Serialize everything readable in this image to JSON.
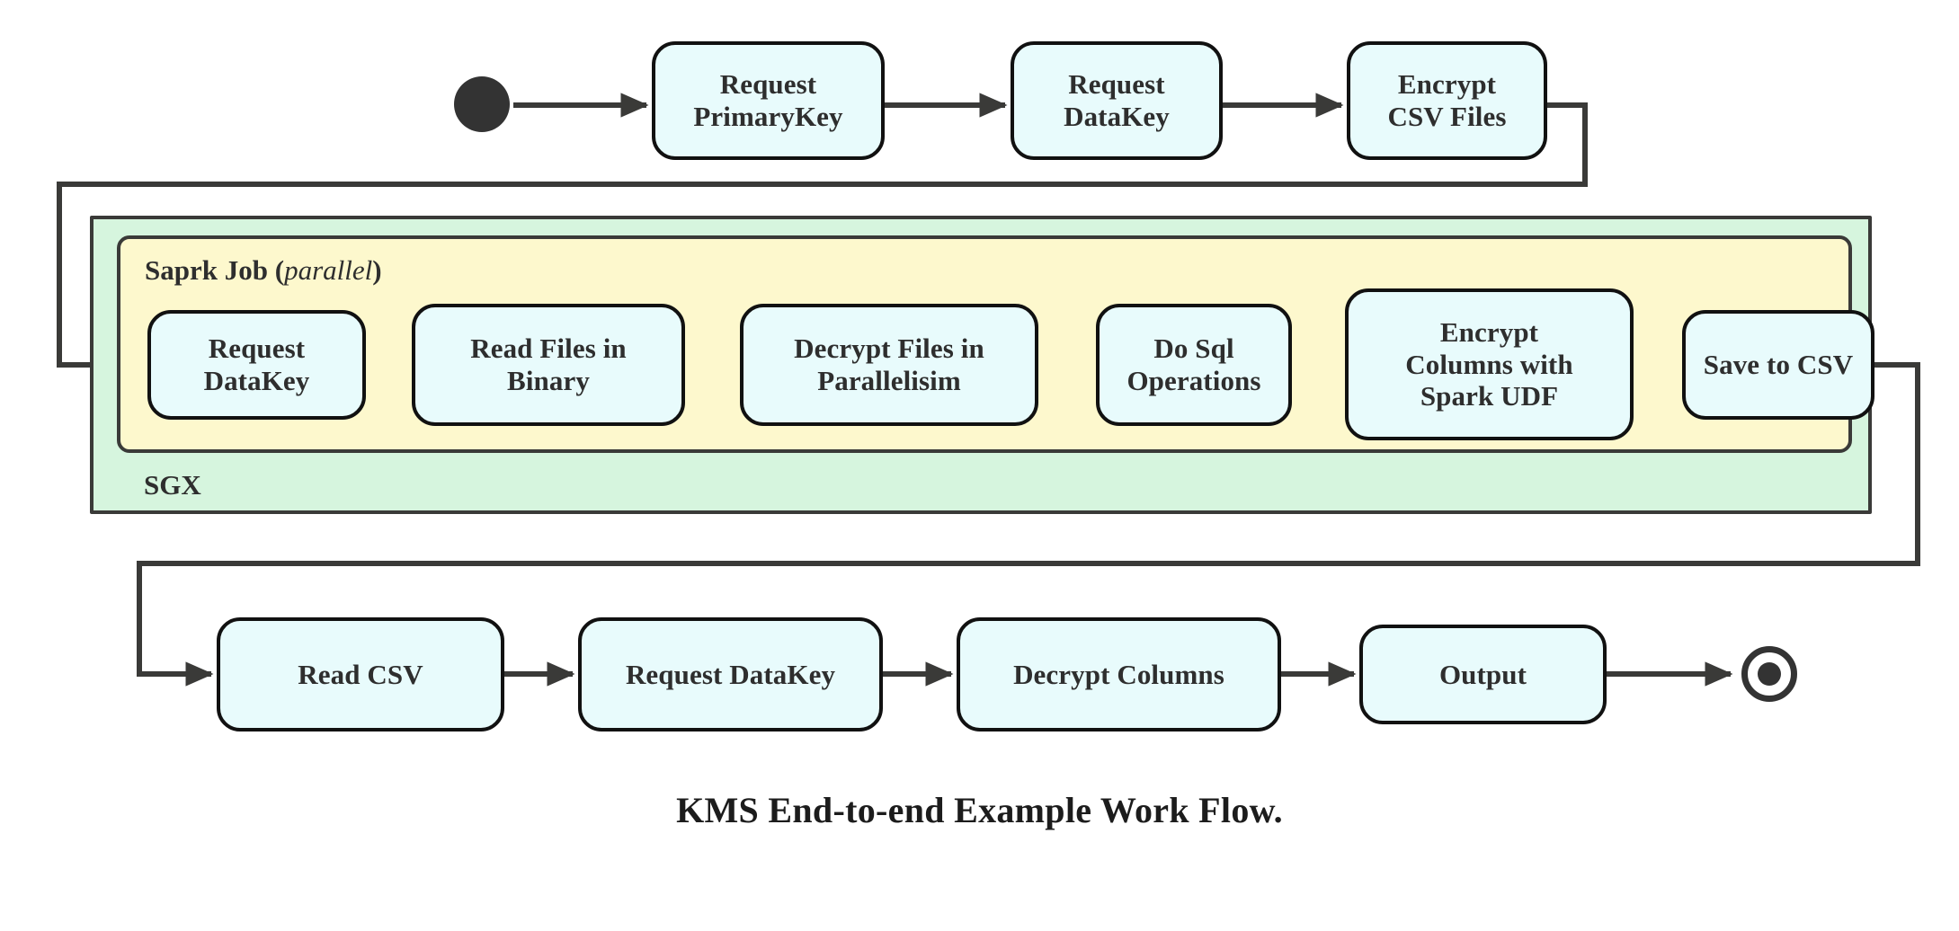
{
  "caption": "KMS End-to-end Example Work Flow.",
  "colors": {
    "node_fill": "#e8fbfc",
    "node_stroke": "#111111",
    "sgx_fill": "#d6f5de",
    "spark_fill": "#fdf8cd",
    "container_stroke": "#3a3a38",
    "edge_stroke": "#3a3a38",
    "text": "#2e2e2e",
    "terminal": "#333333",
    "background": "#ffffff"
  },
  "containers": {
    "sgx": {
      "label": "SGX"
    },
    "spark": {
      "label_bold": "Saprk Job",
      "label_paren_open": "(",
      "label_italic": "parallel",
      "label_paren_close": ")"
    }
  },
  "terminals": {
    "start": {
      "name": "initial-state"
    },
    "end": {
      "name": "final-state"
    }
  },
  "rows": {
    "top": [
      {
        "id": "request-primarykey",
        "label": "Request\nPrimaryKey"
      },
      {
        "id": "request-datakey-top",
        "label": "Request\nDataKey"
      },
      {
        "id": "encrypt-csv-files",
        "label": "Encrypt\nCSV Files"
      }
    ],
    "middle": [
      {
        "id": "request-datakey-spark",
        "label": "Request\nDataKey"
      },
      {
        "id": "read-files-in-binary",
        "label": "Read Files in\nBinary"
      },
      {
        "id": "decrypt-files-in-parallelisim",
        "label": "Decrypt Files in\nParallelisim"
      },
      {
        "id": "do-sql-operations",
        "label": "Do Sql\nOperations"
      },
      {
        "id": "encrypt-columns-with-spark-udf",
        "label": "Encrypt\nColumns with\nSpark UDF"
      },
      {
        "id": "save-to-csv",
        "label": "Save to CSV"
      }
    ],
    "bottom": [
      {
        "id": "read-csv",
        "label": "Read CSV"
      },
      {
        "id": "request-datakey-bottom",
        "label": "Request DataKey"
      },
      {
        "id": "decrypt-columns",
        "label": "Decrypt Columns"
      },
      {
        "id": "output",
        "label": "Output"
      }
    ]
  },
  "chart_data": {
    "type": "diagram",
    "diagram_kind": "uml-activity-flowchart",
    "title": "KMS End-to-end Example Work Flow.",
    "nodes": [
      {
        "id": "start",
        "label": "",
        "kind": "initial-state"
      },
      {
        "id": "request-primarykey",
        "label": "Request PrimaryKey",
        "kind": "action"
      },
      {
        "id": "request-datakey-top",
        "label": "Request DataKey",
        "kind": "action"
      },
      {
        "id": "encrypt-csv-files",
        "label": "Encrypt CSV Files",
        "kind": "action"
      },
      {
        "id": "request-datakey-spark",
        "label": "Request DataKey",
        "kind": "action",
        "group": "spark"
      },
      {
        "id": "read-files-in-binary",
        "label": "Read Files in Binary",
        "kind": "action",
        "group": "spark"
      },
      {
        "id": "decrypt-files-in-parallelisim",
        "label": "Decrypt Files in Parallelisim",
        "kind": "action",
        "group": "spark"
      },
      {
        "id": "do-sql-operations",
        "label": "Do Sql Operations",
        "kind": "action",
        "group": "spark"
      },
      {
        "id": "encrypt-columns-with-spark-udf",
        "label": "Encrypt Columns with Spark UDF",
        "kind": "action",
        "group": "spark"
      },
      {
        "id": "save-to-csv",
        "label": "Save to CSV",
        "kind": "action",
        "group": "spark"
      },
      {
        "id": "read-csv",
        "label": "Read CSV",
        "kind": "action"
      },
      {
        "id": "request-datakey-bottom",
        "label": "Request DataKey",
        "kind": "action"
      },
      {
        "id": "decrypt-columns",
        "label": "Decrypt Columns",
        "kind": "action"
      },
      {
        "id": "output",
        "label": "Output",
        "kind": "action"
      },
      {
        "id": "end",
        "label": "",
        "kind": "final-state"
      }
    ],
    "groups": [
      {
        "id": "sgx",
        "label": "SGX",
        "members": [
          "spark"
        ]
      },
      {
        "id": "spark",
        "label": "Saprk Job (parallel)",
        "members": [
          "request-datakey-spark",
          "read-files-in-binary",
          "decrypt-files-in-parallelisim",
          "do-sql-operations",
          "encrypt-columns-with-spark-udf",
          "save-to-csv"
        ]
      }
    ],
    "edges": [
      {
        "from": "start",
        "to": "request-primarykey"
      },
      {
        "from": "request-primarykey",
        "to": "request-datakey-top"
      },
      {
        "from": "request-datakey-top",
        "to": "encrypt-csv-files"
      },
      {
        "from": "encrypt-csv-files",
        "to": "request-datakey-spark",
        "routing": "wrap-right-down-left"
      },
      {
        "from": "request-datakey-spark",
        "to": "read-files-in-binary"
      },
      {
        "from": "read-files-in-binary",
        "to": "decrypt-files-in-parallelisim"
      },
      {
        "from": "decrypt-files-in-parallelisim",
        "to": "do-sql-operations"
      },
      {
        "from": "do-sql-operations",
        "to": "encrypt-columns-with-spark-udf"
      },
      {
        "from": "encrypt-columns-with-spark-udf",
        "to": "save-to-csv"
      },
      {
        "from": "save-to-csv",
        "to": "read-csv",
        "routing": "wrap-right-down-left"
      },
      {
        "from": "read-csv",
        "to": "request-datakey-bottom"
      },
      {
        "from": "request-datakey-bottom",
        "to": "decrypt-columns"
      },
      {
        "from": "decrypt-columns",
        "to": "output"
      },
      {
        "from": "output",
        "to": "end"
      }
    ]
  }
}
